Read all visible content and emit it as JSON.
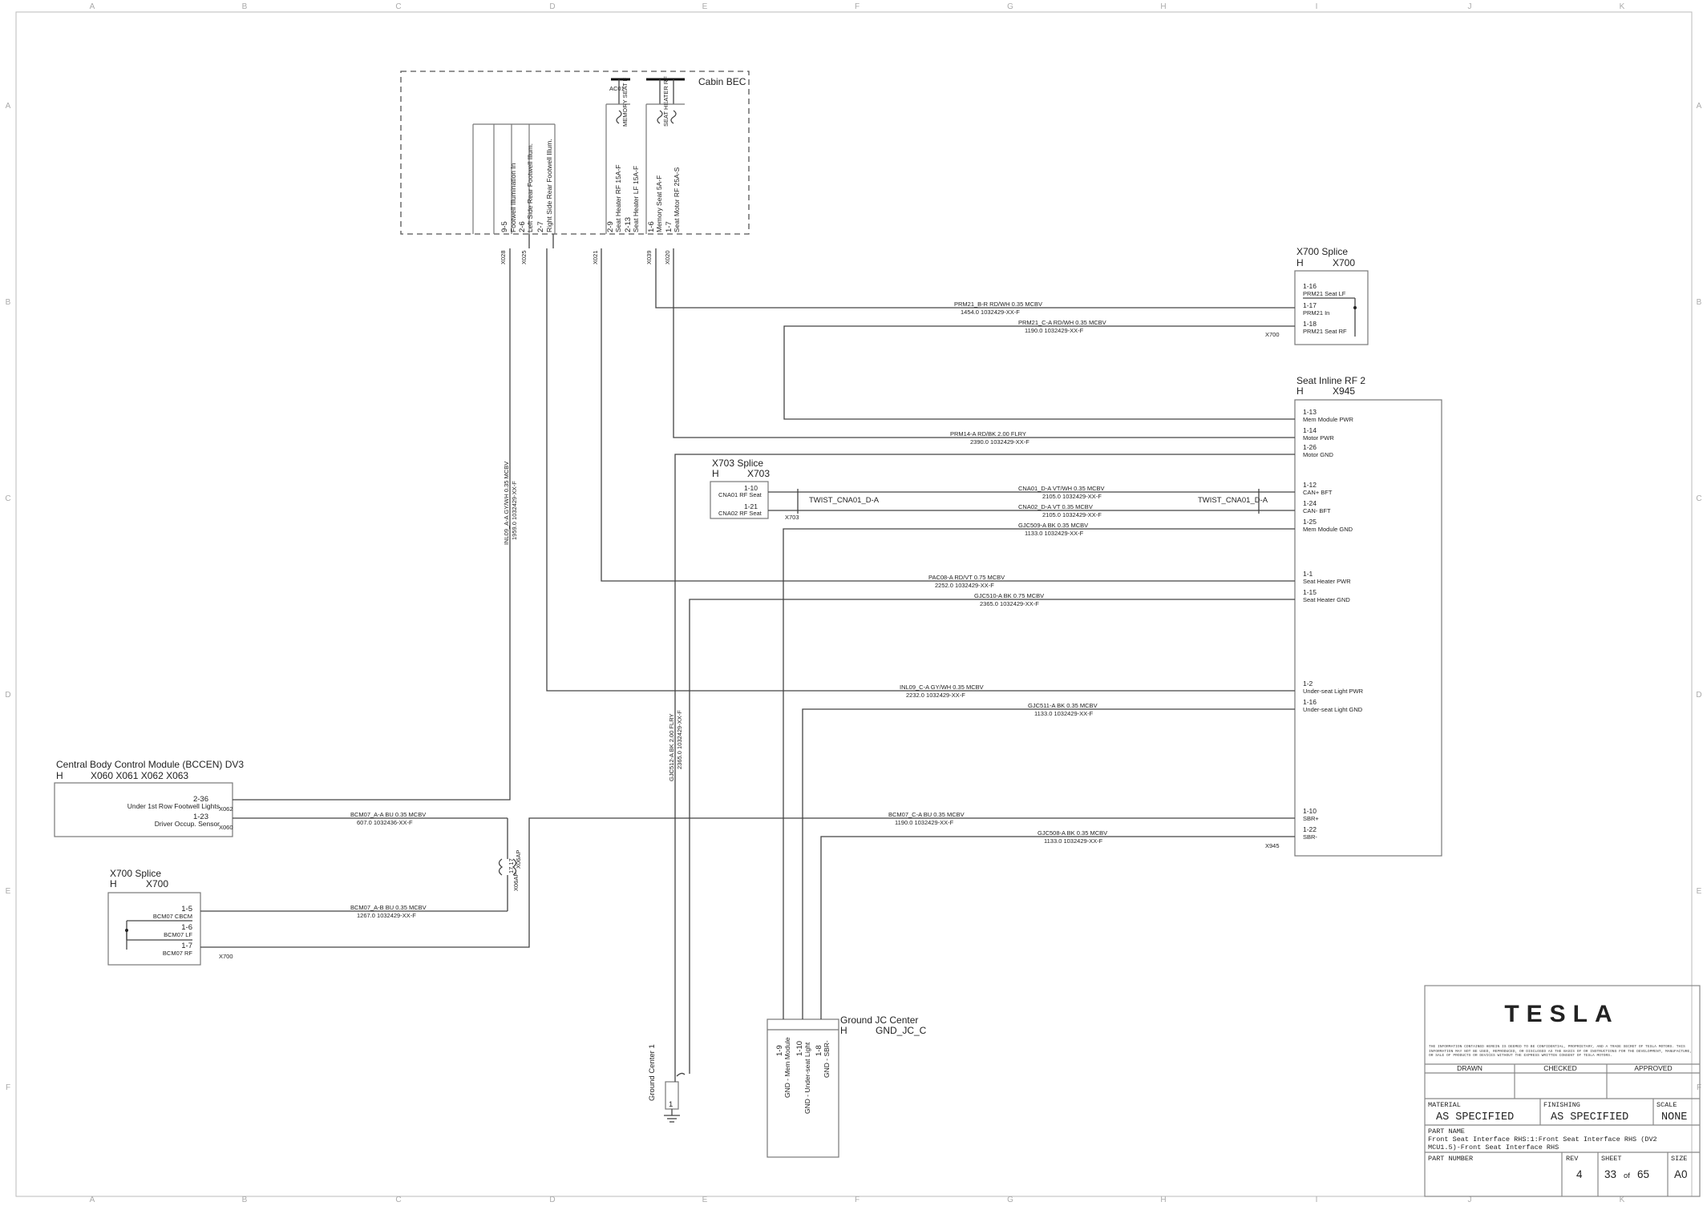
{
  "cabin_bec": {
    "title": "Cabin BEC",
    "fuse_label": "AC01",
    "fuse_labels": [
      "MEMORY SEAT F",
      "SEAT HEATER RF"
    ],
    "pins": [
      {
        "num": "9-5",
        "label": "Footwell Illumination In"
      },
      {
        "num": "2-6",
        "label": "Left Side Rear Footwell Illum."
      },
      {
        "num": "2-7",
        "label": "Right Side Rear Footwell Illum."
      },
      {
        "num": "2-9",
        "label": "Seat Heater RF 15A-F"
      },
      {
        "num": "2-13",
        "label": "Seat Heater LF 15A-F"
      },
      {
        "num": "1-6",
        "label": "Memory Seat 5A-F"
      },
      {
        "num": "1-7",
        "label": "Seat Motor RF 25A-S"
      }
    ],
    "conn_labels": [
      "X028",
      "X025",
      "X021",
      "X039",
      "X020"
    ]
  },
  "x700_splice_top": {
    "title": "X700 Splice",
    "h": "H",
    "conn": "X700",
    "pins": [
      {
        "num": "1-16",
        "label": "PRM21 Seat LF"
      },
      {
        "num": "1-17",
        "label": "PRM21 In"
      },
      {
        "num": "1-18",
        "label": "PRM21 Seat RF"
      }
    ],
    "side_label": "X700"
  },
  "seat_inline": {
    "title": "Seat Inline RF 2",
    "h": "H",
    "conn": "X945",
    "pins": [
      {
        "num": "1-13",
        "label": "Mem Module PWR"
      },
      {
        "num": "1-14",
        "label": "Motor PWR"
      },
      {
        "num": "1-26",
        "label": "Motor GND"
      },
      {
        "num": "1-12",
        "label": "CAN+ BFT"
      },
      {
        "num": "1-24",
        "label": "CAN- BFT"
      },
      {
        "num": "1-25",
        "label": "Mem Module GND"
      },
      {
        "num": "1-1",
        "label": "Seat Heater PWR"
      },
      {
        "num": "1-15",
        "label": "Seat Heater GND"
      },
      {
        "num": "1-2",
        "label": "Under-seat Light PWR"
      },
      {
        "num": "1-16",
        "label": "Under-seat Light GND"
      },
      {
        "num": "1-10",
        "label": "SBR+"
      },
      {
        "num": "1-22",
        "label": "SBR-"
      }
    ],
    "side_label": "X945"
  },
  "x703_splice": {
    "title": "X703 Splice",
    "h": "H",
    "conn": "X703",
    "pins": [
      {
        "num": "1-10",
        "label": "CNA01 RF Seat"
      },
      {
        "num": "1-21",
        "label": "CNA02 RF Seat"
      }
    ],
    "side_label": "X703"
  },
  "twist_label": "TWIST_CNA01_D-A",
  "bccen": {
    "title": "Central Body Control Module (BCCEN) DV3",
    "h": "H",
    "conns": "X060   X061   X062   X063",
    "pins": [
      {
        "num": "2-36",
        "label": "Under 1st Row Footwell Lights",
        "conn": "X062"
      },
      {
        "num": "1-23",
        "label": "Driver Occup. Sensor",
        "conn": "X060"
      }
    ]
  },
  "x700_splice_bottom": {
    "title": "X700 Splice",
    "h": "H",
    "conn": "X700",
    "pins": [
      {
        "num": "1-5",
        "label": "BCM07 CBCM"
      },
      {
        "num": "1-6",
        "label": "BCM07 LF"
      },
      {
        "num": "1-7",
        "label": "BCM07 RF"
      }
    ],
    "side_label": "X700"
  },
  "inline_conn": {
    "label_a": "X06AP",
    "label_b": "X06AF",
    "pins": "17  17"
  },
  "ground_jc": {
    "title": "Ground JC Center",
    "h": "H",
    "conn": "GND_JC_C",
    "pins": [
      {
        "num": "1-9",
        "label": "GND - Mem Module"
      },
      {
        "num": "1-10",
        "label": "GND - Under-seat Light"
      },
      {
        "num": "1-8",
        "label": "GND - SBR-"
      }
    ]
  },
  "ground_center": {
    "label": "Ground Center 1",
    "pin": "1"
  },
  "wires": [
    {
      "name": "PRM21_B-R",
      "spec": "PRM21_B-R   RD/WH   0.35   MCBV",
      "part": "1454.0   1032429-XX-F"
    },
    {
      "name": "PRM21_C-A",
      "spec": "PRM21_C-A   RD/WH   0.35   MCBV",
      "part": "1190.0   1032429-XX-F"
    },
    {
      "name": "PRM14-A",
      "spec": "PRM14-A   RD/BK   2.00   FLRY",
      "part": "2390.0   1032429-XX-F"
    },
    {
      "name": "CNA01_D-A",
      "spec": "CNA01_D-A   VT/WH   0.35   MCBV",
      "part": "2105.0   1032429-XX-F"
    },
    {
      "name": "CNA02_D-A",
      "spec": "CNA02_D-A   VT   0.35   MCBV",
      "part": "2105.0   1032429-XX-F"
    },
    {
      "name": "GJC509-A",
      "spec": "GJC509-A   BK   0.35   MCBV",
      "part": "1133.0   1032429-XX-F"
    },
    {
      "name": "PAC08-A",
      "spec": "PAC08-A   RD/VT   0.75   MCBV",
      "part": "2252.0   1032429-XX-F"
    },
    {
      "name": "GJC510-A",
      "spec": "GJC510-A   BK   0.75   MCBV",
      "part": "2365.0   1032429-XX-F"
    },
    {
      "name": "INL09_C-A",
      "spec": "INL09_C-A   GY/WH   0.35   MCBV",
      "part": "2232.0   1032429-XX-F"
    },
    {
      "name": "GJC511-A",
      "spec": "GJC511-A   BK   0.35   MCBV",
      "part": "1133.0   1032429-XX-F"
    },
    {
      "name": "BCM07_C-A",
      "spec": "BCM07_C-A   BU   0.35   MCBV",
      "part": "1190.0   1032429-XX-F"
    },
    {
      "name": "GJC508-A",
      "spec": "GJC508-A   BK   0.35   MCBV",
      "part": "1133.0   1032429-XX-F"
    },
    {
      "name": "BCM07_A-A",
      "spec": "BCM07_A-A   BU   0.35   MCBV",
      "part": "607.0   1032436-XX-F"
    },
    {
      "name": "BCM07_A-B",
      "spec": "BCM07_A-B   BU   0.35   MCBV",
      "part": "1267.0   1032429-XX-F"
    },
    {
      "name": "INL09_A-A",
      "spec": "INL09_A-A   GY/WH   0.35   MCBV",
      "part": "1959.0   1032429-XX-F"
    },
    {
      "name": "GJC512-A",
      "spec": "GJC512-A   BK   2.00   FLRY",
      "part": "2365.0   1032429-XX-F"
    }
  ],
  "title_block": {
    "logo": "TESLA",
    "disclaimer": "THE INFORMATION CONTAINED HEREIN IS DEEMED TO BE CONFIDENTIAL, PROPRIETARY, AND A TRADE SECRET OF TESLA MOTORS. THIS INFORMATION MAY NOT BE USED, REPRODUCED, OR DISCLOSED AS THE BASIS OF OR INSTRUCTIONS FOR THE DEVELOPMENT, MANUFACTURE, OR SALE OF PRODUCTS OR DEVICES WITHOUT THE EXPRESS WRITTEN CONSENT OF TESLA MOTORS.",
    "drawn": "DRAWN",
    "checked": "CHECKED",
    "approved": "APPROVED",
    "material_label": "MATERIAL",
    "material": "AS SPECIFIED",
    "finishing_label": "FINISHING",
    "finishing": "AS SPECIFIED",
    "scale_label": "SCALE",
    "scale": "NONE",
    "part_name_label": "PART NAME",
    "part_name_1": "Front Seat Interface RHS:1:Front Seat Interface RHS (DV2",
    "part_name_2": "MCU1.5)-Front Seat Interface RHS",
    "part_number_label": "PART NUMBER",
    "rev_label": "REV",
    "rev": "4",
    "sheet_label": "SHEET",
    "sheet": "33",
    "of": "of",
    "sheet_total": "65",
    "size_label": "SIZE",
    "size": "A0"
  },
  "grid_cols": [
    "A",
    "B",
    "C",
    "D",
    "E",
    "F",
    "G",
    "H",
    "I",
    "J",
    "K"
  ],
  "grid_rows": [
    "A",
    "B",
    "C",
    "D",
    "E",
    "F"
  ]
}
